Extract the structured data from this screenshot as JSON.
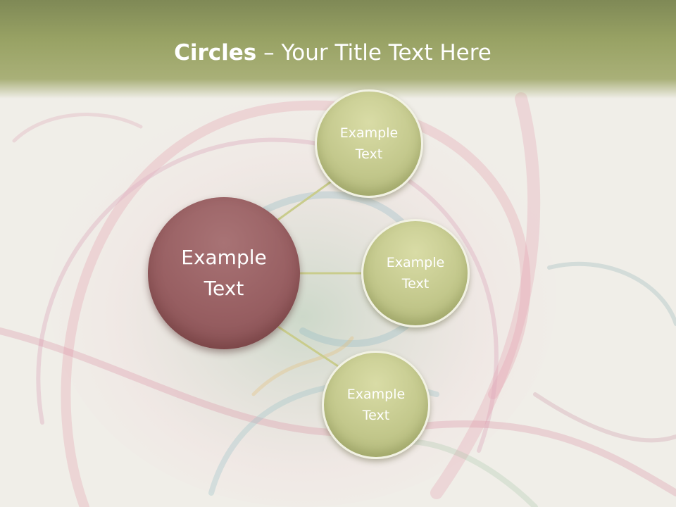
{
  "slide": {
    "title_bold": "Circles",
    "title_rest": " – Your Title Text Here"
  },
  "circles": {
    "center": "Example Text",
    "top": "Example Text",
    "middle": "Example Text",
    "bottom": "Example Text"
  },
  "colors": {
    "header": "#98a264",
    "center_circle": "#985f62",
    "small_circle": "#c3c88c",
    "connector": "#c9cc8c"
  }
}
